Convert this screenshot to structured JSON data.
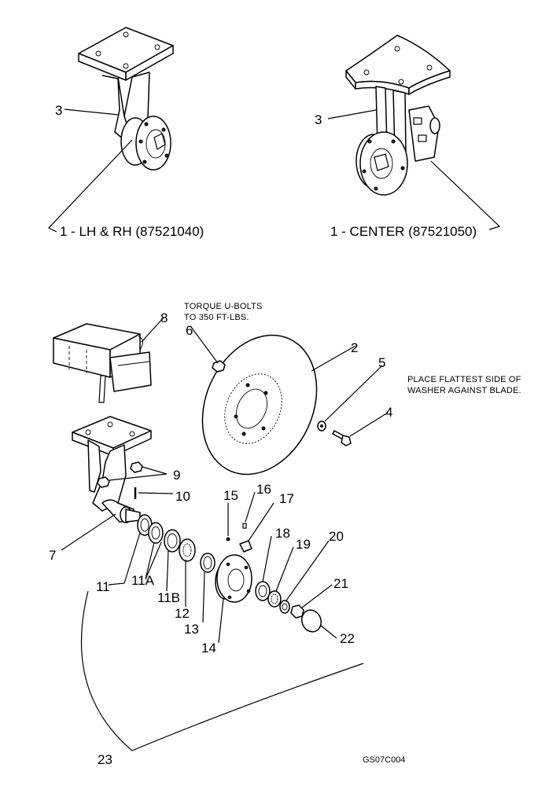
{
  "callouts": {
    "assy_lh_rh": "1 - LH & RH (87521040)",
    "assy_center": "1 - CENTER (87521050)",
    "p3_left": "3",
    "p3_right": "3",
    "p2": "2",
    "p4": "4",
    "p5": "5",
    "p6": "6",
    "p7": "7",
    "p8": "8",
    "p9": "9",
    "p10": "10",
    "p11": "11",
    "p11a": "11A",
    "p11b": "11B",
    "p12": "12",
    "p13": "13",
    "p14": "14",
    "p15": "15",
    "p16": "16",
    "p17": "17",
    "p18": "18",
    "p19": "19",
    "p20": "20",
    "p21": "21",
    "p22": "22",
    "p23": "23"
  },
  "notes": {
    "torque_line1": "TORQUE U-BOLTS",
    "torque_line2": "TO 350 FT-LBS.",
    "washer_line1": "PLACE FLATTEST SIDE OF",
    "washer_line2": "WASHER AGAINST BLADE."
  },
  "drawing_code": "GS07C004"
}
